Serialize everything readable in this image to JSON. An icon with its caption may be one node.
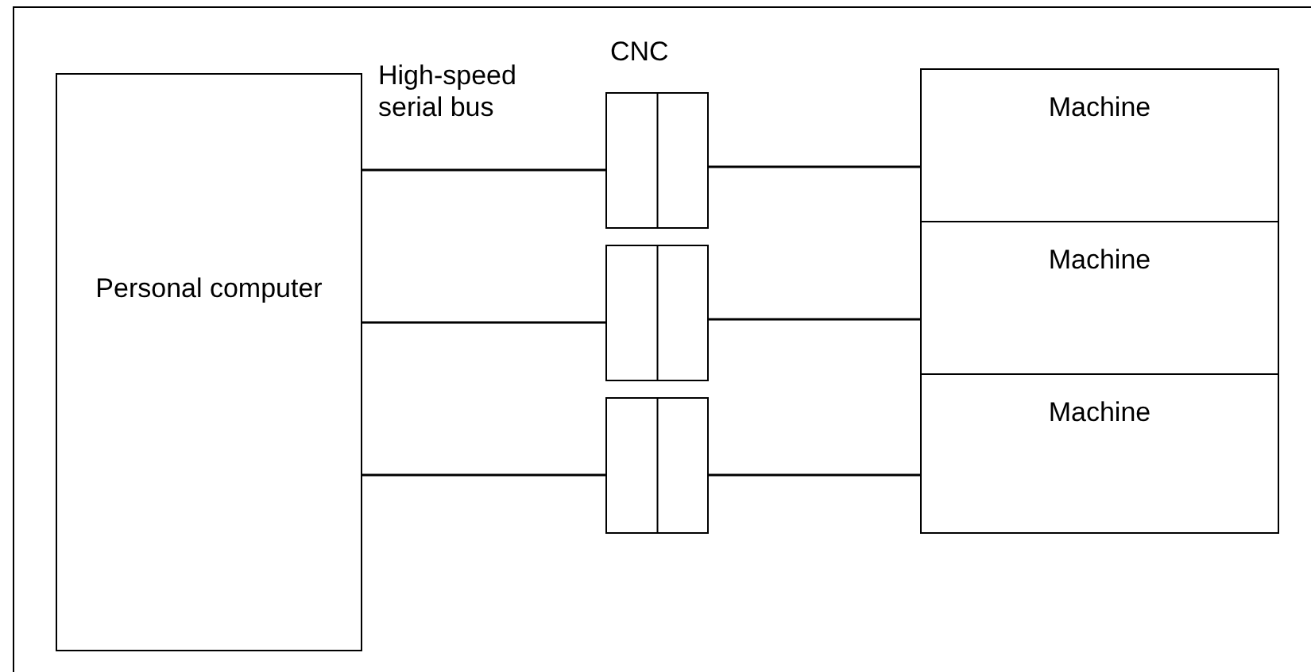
{
  "diagram": {
    "nodes": [
      {
        "text": [
          "Personal computer"
        ]
      },
      {
        "text": [],
        "shape": "box"
      },
      {
        "text": [],
        "shape": "box"
      },
      {
        "text": [],
        "shape": "box"
      },
      {
        "text": [
          "Machine"
        ]
      },
      {
        "text": [
          "Machine"
        ]
      },
      {
        "text": [
          "Machine"
        ]
      }
    ],
    "edges": [
      {
        "from": 0,
        "to": 1,
        "arrow": "none"
      },
      {
        "from": 1,
        "to": 4,
        "arrow": "none"
      },
      {
        "from": 0,
        "to": 2,
        "arrow": "none"
      },
      {
        "from": 2,
        "to": 5,
        "arrow": "none"
      },
      {
        "from": 0,
        "to": 3,
        "arrow": "none"
      },
      {
        "from": 3,
        "to": 6,
        "arrow": "none"
      }
    ],
    "labels": [
      "High-speed serial bus",
      "CNC"
    ]
  }
}
